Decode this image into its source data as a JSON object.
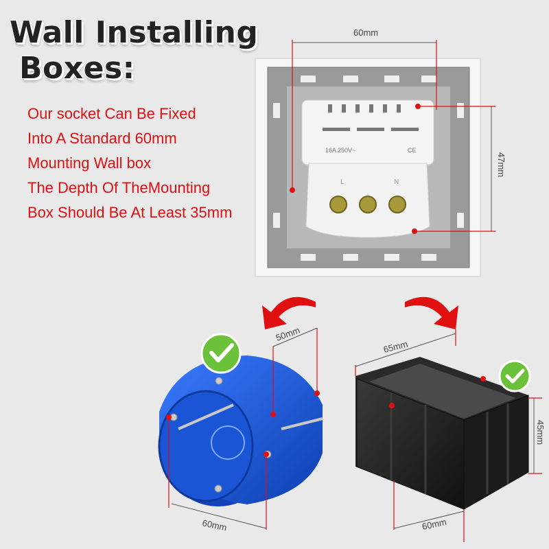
{
  "title": {
    "line1": "Wall Installing",
    "line2": "Boxes:"
  },
  "description": [
    "Our socket Can Be Fixed",
    "Into A Standard 60mm",
    "Mounting Wall box",
    "The Depth Of TheMounting",
    "Box Should Be At Least 35mm"
  ],
  "socket": {
    "width_label": "60mm",
    "height_label": "47mm",
    "rating": "16A 250V~",
    "mark": "CE",
    "terminal_left": "L",
    "terminal_right": "N"
  },
  "round_box": {
    "depth_label": "50mm",
    "diameter_label": "60mm"
  },
  "square_box": {
    "width_label": "65mm",
    "height_label": "45mm",
    "depth_label": "60mm"
  },
  "colors": {
    "accent_red": "#e01010",
    "check_green": "#6cc13a",
    "box_blue": "#1f5fe0",
    "box_black": "#1e1e1e",
    "frame_gray": "#8f8f8f"
  }
}
